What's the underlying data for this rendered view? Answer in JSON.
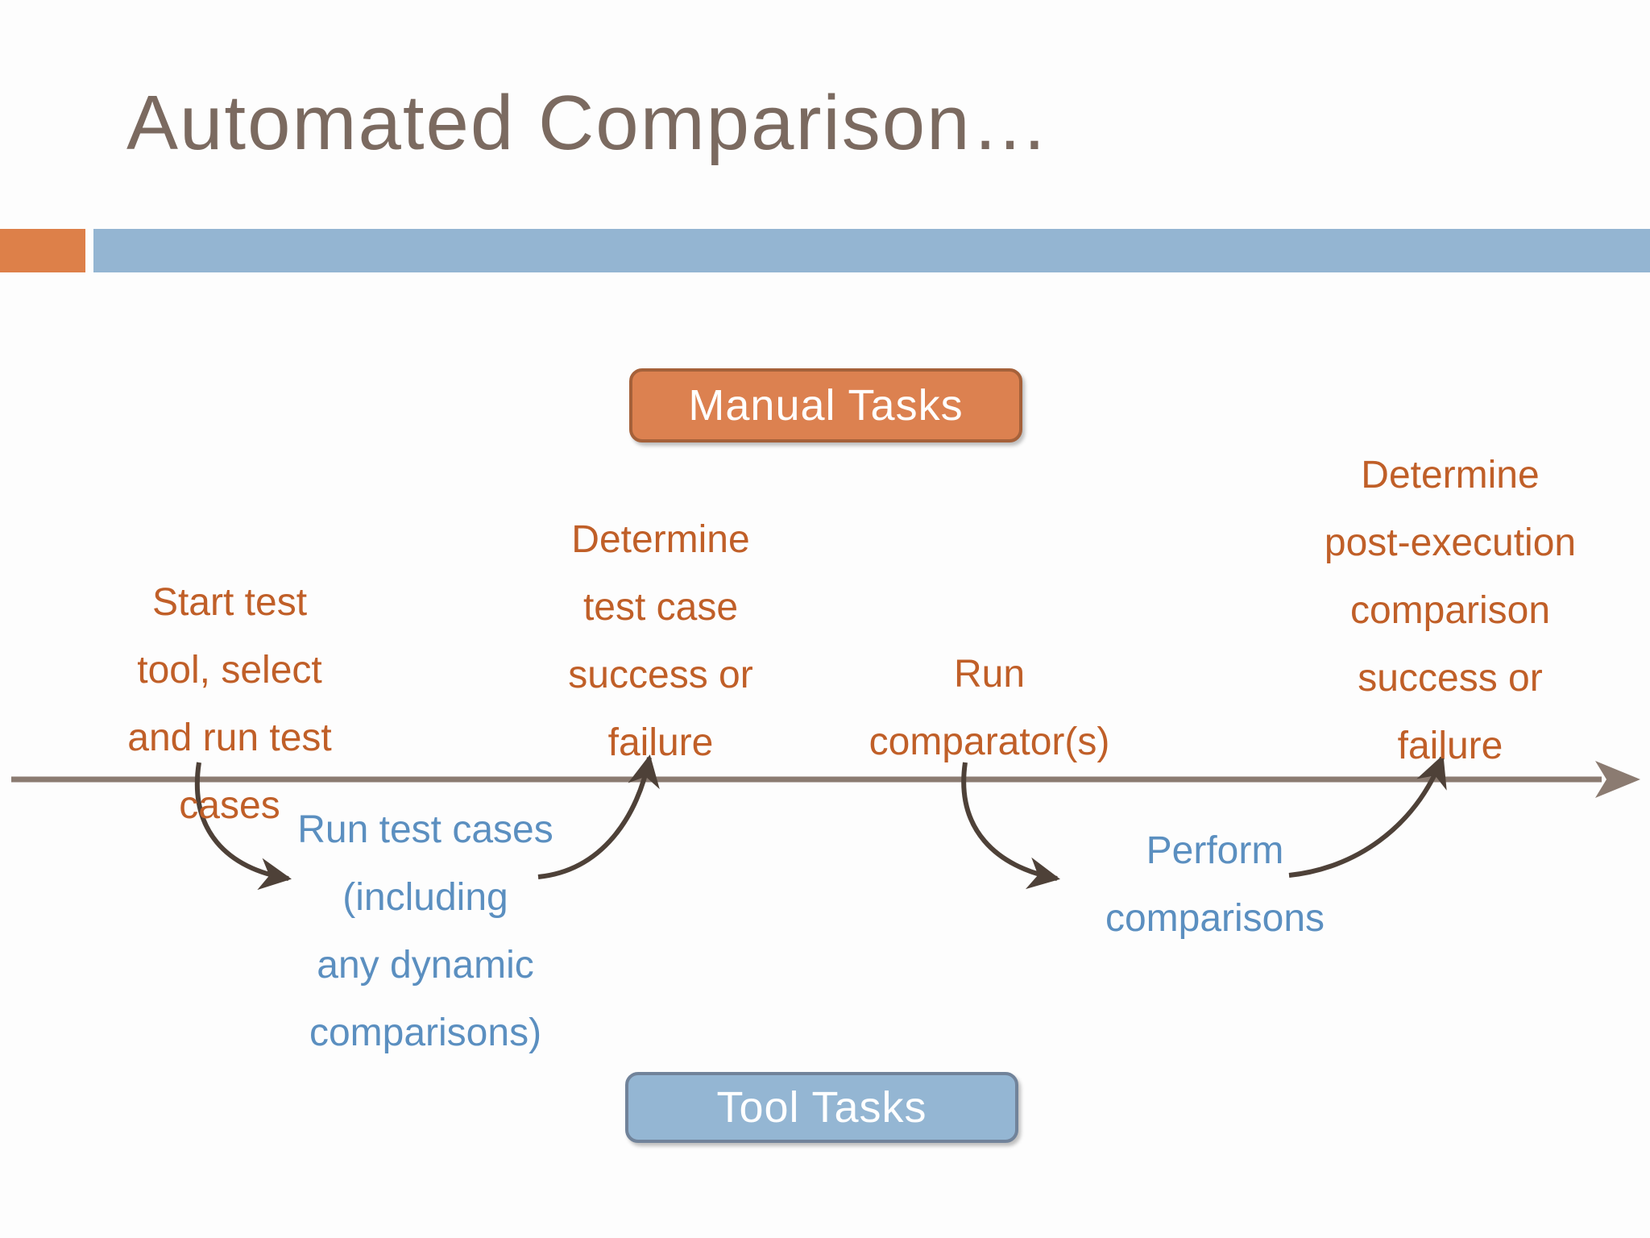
{
  "title": "Automated Comparison…",
  "badges": {
    "manual": {
      "label": "Manual Tasks"
    },
    "tool": {
      "label": "Tool Tasks"
    }
  },
  "manual_tasks": [
    {
      "lines": [
        "Start test",
        "tool, select",
        "and run test",
        "cases"
      ]
    },
    {
      "lines": [
        "Determine",
        "test case",
        "success or",
        "failure"
      ]
    },
    {
      "lines": [
        "Run",
        "comparator(s)"
      ]
    },
    {
      "lines": [
        "Determine",
        "post-execution",
        "comparison",
        "success or",
        "failure"
      ]
    }
  ],
  "tool_tasks": [
    {
      "lines": [
        "Run test cases",
        "(including",
        "any dynamic",
        "comparisons)"
      ]
    },
    {
      "lines": [
        "Perform",
        "comparisons"
      ]
    }
  ],
  "colors": {
    "accent_bar_orange": "#dd8049",
    "accent_bar_blue": "#94b5d2",
    "manual_badge_fill": "#dc8150",
    "manual_badge_border": "#a5613a",
    "tool_badge_fill": "#94b6d3",
    "tool_badge_border": "#71839a",
    "manual_text": "#c05f28",
    "tool_text": "#5b8fc0",
    "timeline": "#8b7b71",
    "curved_arrow": "#4e4138",
    "title_text": "#7b6a60"
  }
}
